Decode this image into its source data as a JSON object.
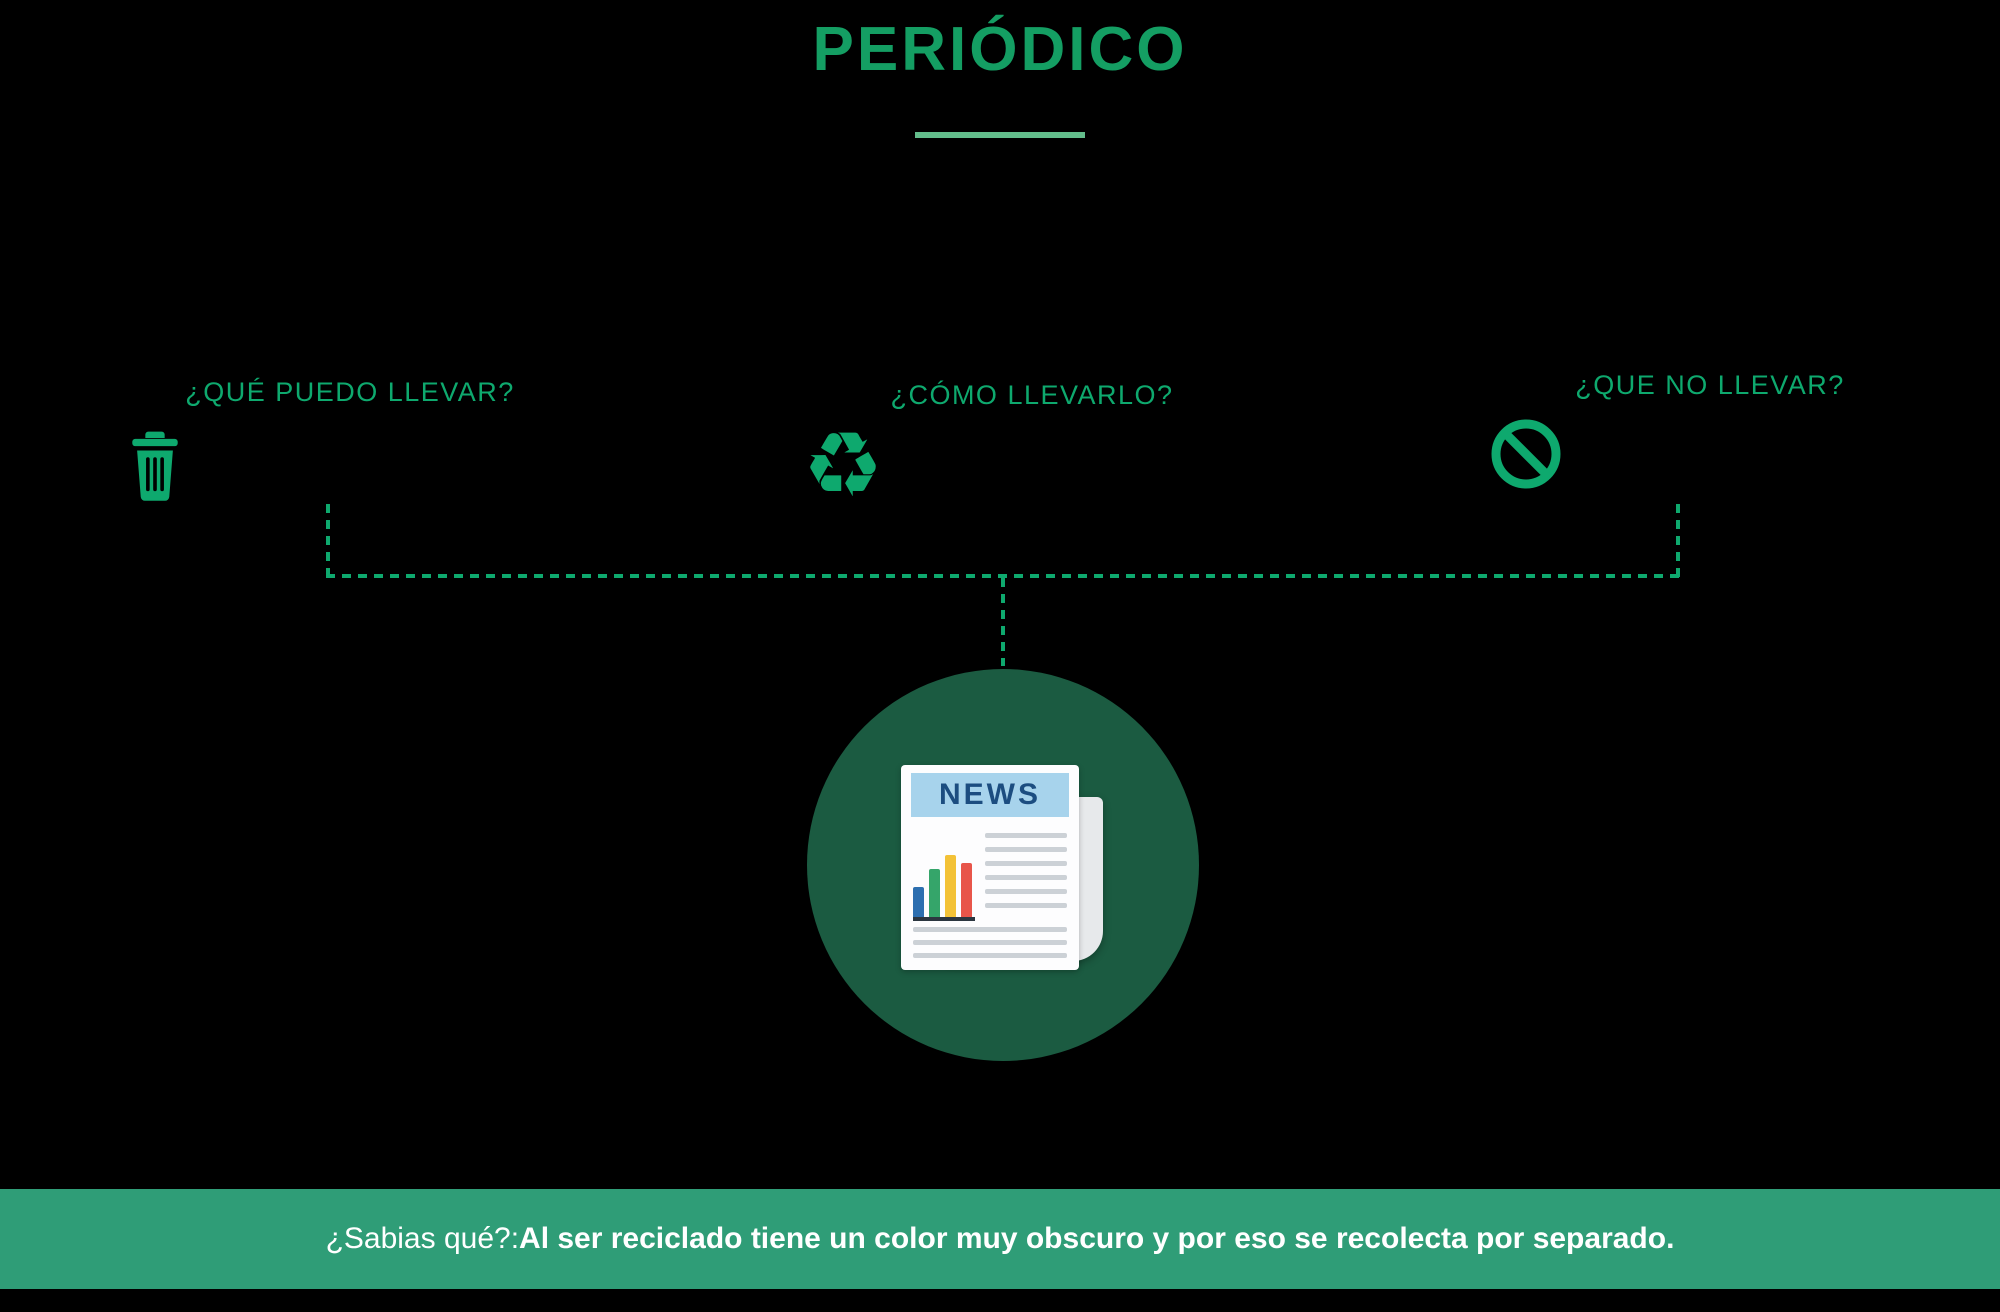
{
  "title": {
    "text": "PERIÓDICO"
  },
  "columns": [
    {
      "label": "¿QUÉ PUEDO LLEVAR?",
      "icon": "trash-icon"
    },
    {
      "label": "¿CÓMO LLEVARLO?",
      "icon": "recycle-icon"
    },
    {
      "label": "¿QUE NO LLEVAR?",
      "icon": "prohibited-icon"
    }
  ],
  "center_badge": {
    "newspaper_label": "NEWS"
  },
  "footer": {
    "question": "¿Sabias qué?:",
    "fact": "Al ser reciclado tiene un color muy obscuro y por eso se recolecta por separado."
  },
  "icons": {
    "recycle_glyph": "♻"
  },
  "colors": {
    "background": "#000000",
    "title_green": "#149e63",
    "underline_green": "#63bd8b",
    "accent_green": "#0ea96e",
    "circle_green": "#1b5b41",
    "banner_green": "#2f9d77",
    "news_banner_blue": "#a7d3ec",
    "news_text_blue": "#1c4d80",
    "bar_blue": "#2d6fb0",
    "bar_green": "#35a56a",
    "bar_yellow": "#f3c237",
    "bar_red": "#e8554a",
    "paper_white": "#fdfdfe",
    "paper_shadow": "#e7e9eb",
    "line_gray": "#ccd1d6",
    "chart_baseline": "#2c3640",
    "footer_text": "#ffffff"
  }
}
